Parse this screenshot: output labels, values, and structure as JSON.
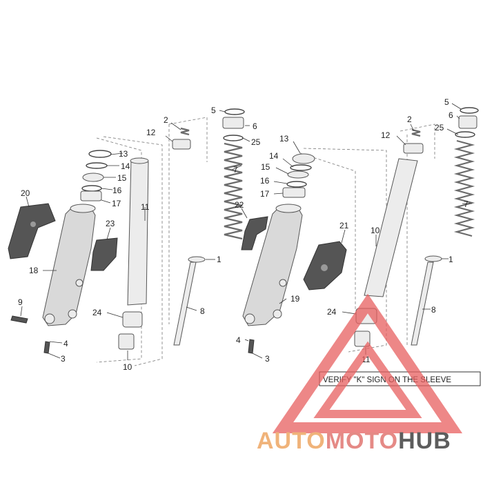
{
  "note_box": {
    "text": "VERIFY \"K\" SIGN ON THE SLEEVE"
  },
  "watermark": {
    "auto": "AUTO",
    "moto": "MOTO",
    "hub": "HUB",
    "color_auto": "#f0b37a",
    "color_moto": "#e58a86",
    "color_hub": "#5d5d5d",
    "triangle_color": "#e85f5f"
  },
  "callouts_left": [
    "1",
    "2",
    "3",
    "4",
    "5",
    "6",
    "7",
    "8",
    "9",
    "10",
    "11",
    "12",
    "13",
    "14",
    "15",
    "16",
    "17",
    "18",
    "20",
    "23",
    "24",
    "25"
  ],
  "callouts_right": [
    "1",
    "2",
    "3",
    "4",
    "5",
    "6",
    "7",
    "8",
    "10",
    "11",
    "12",
    "13",
    "14",
    "15",
    "16",
    "17",
    "19",
    "21",
    "22",
    "24",
    "25"
  ]
}
